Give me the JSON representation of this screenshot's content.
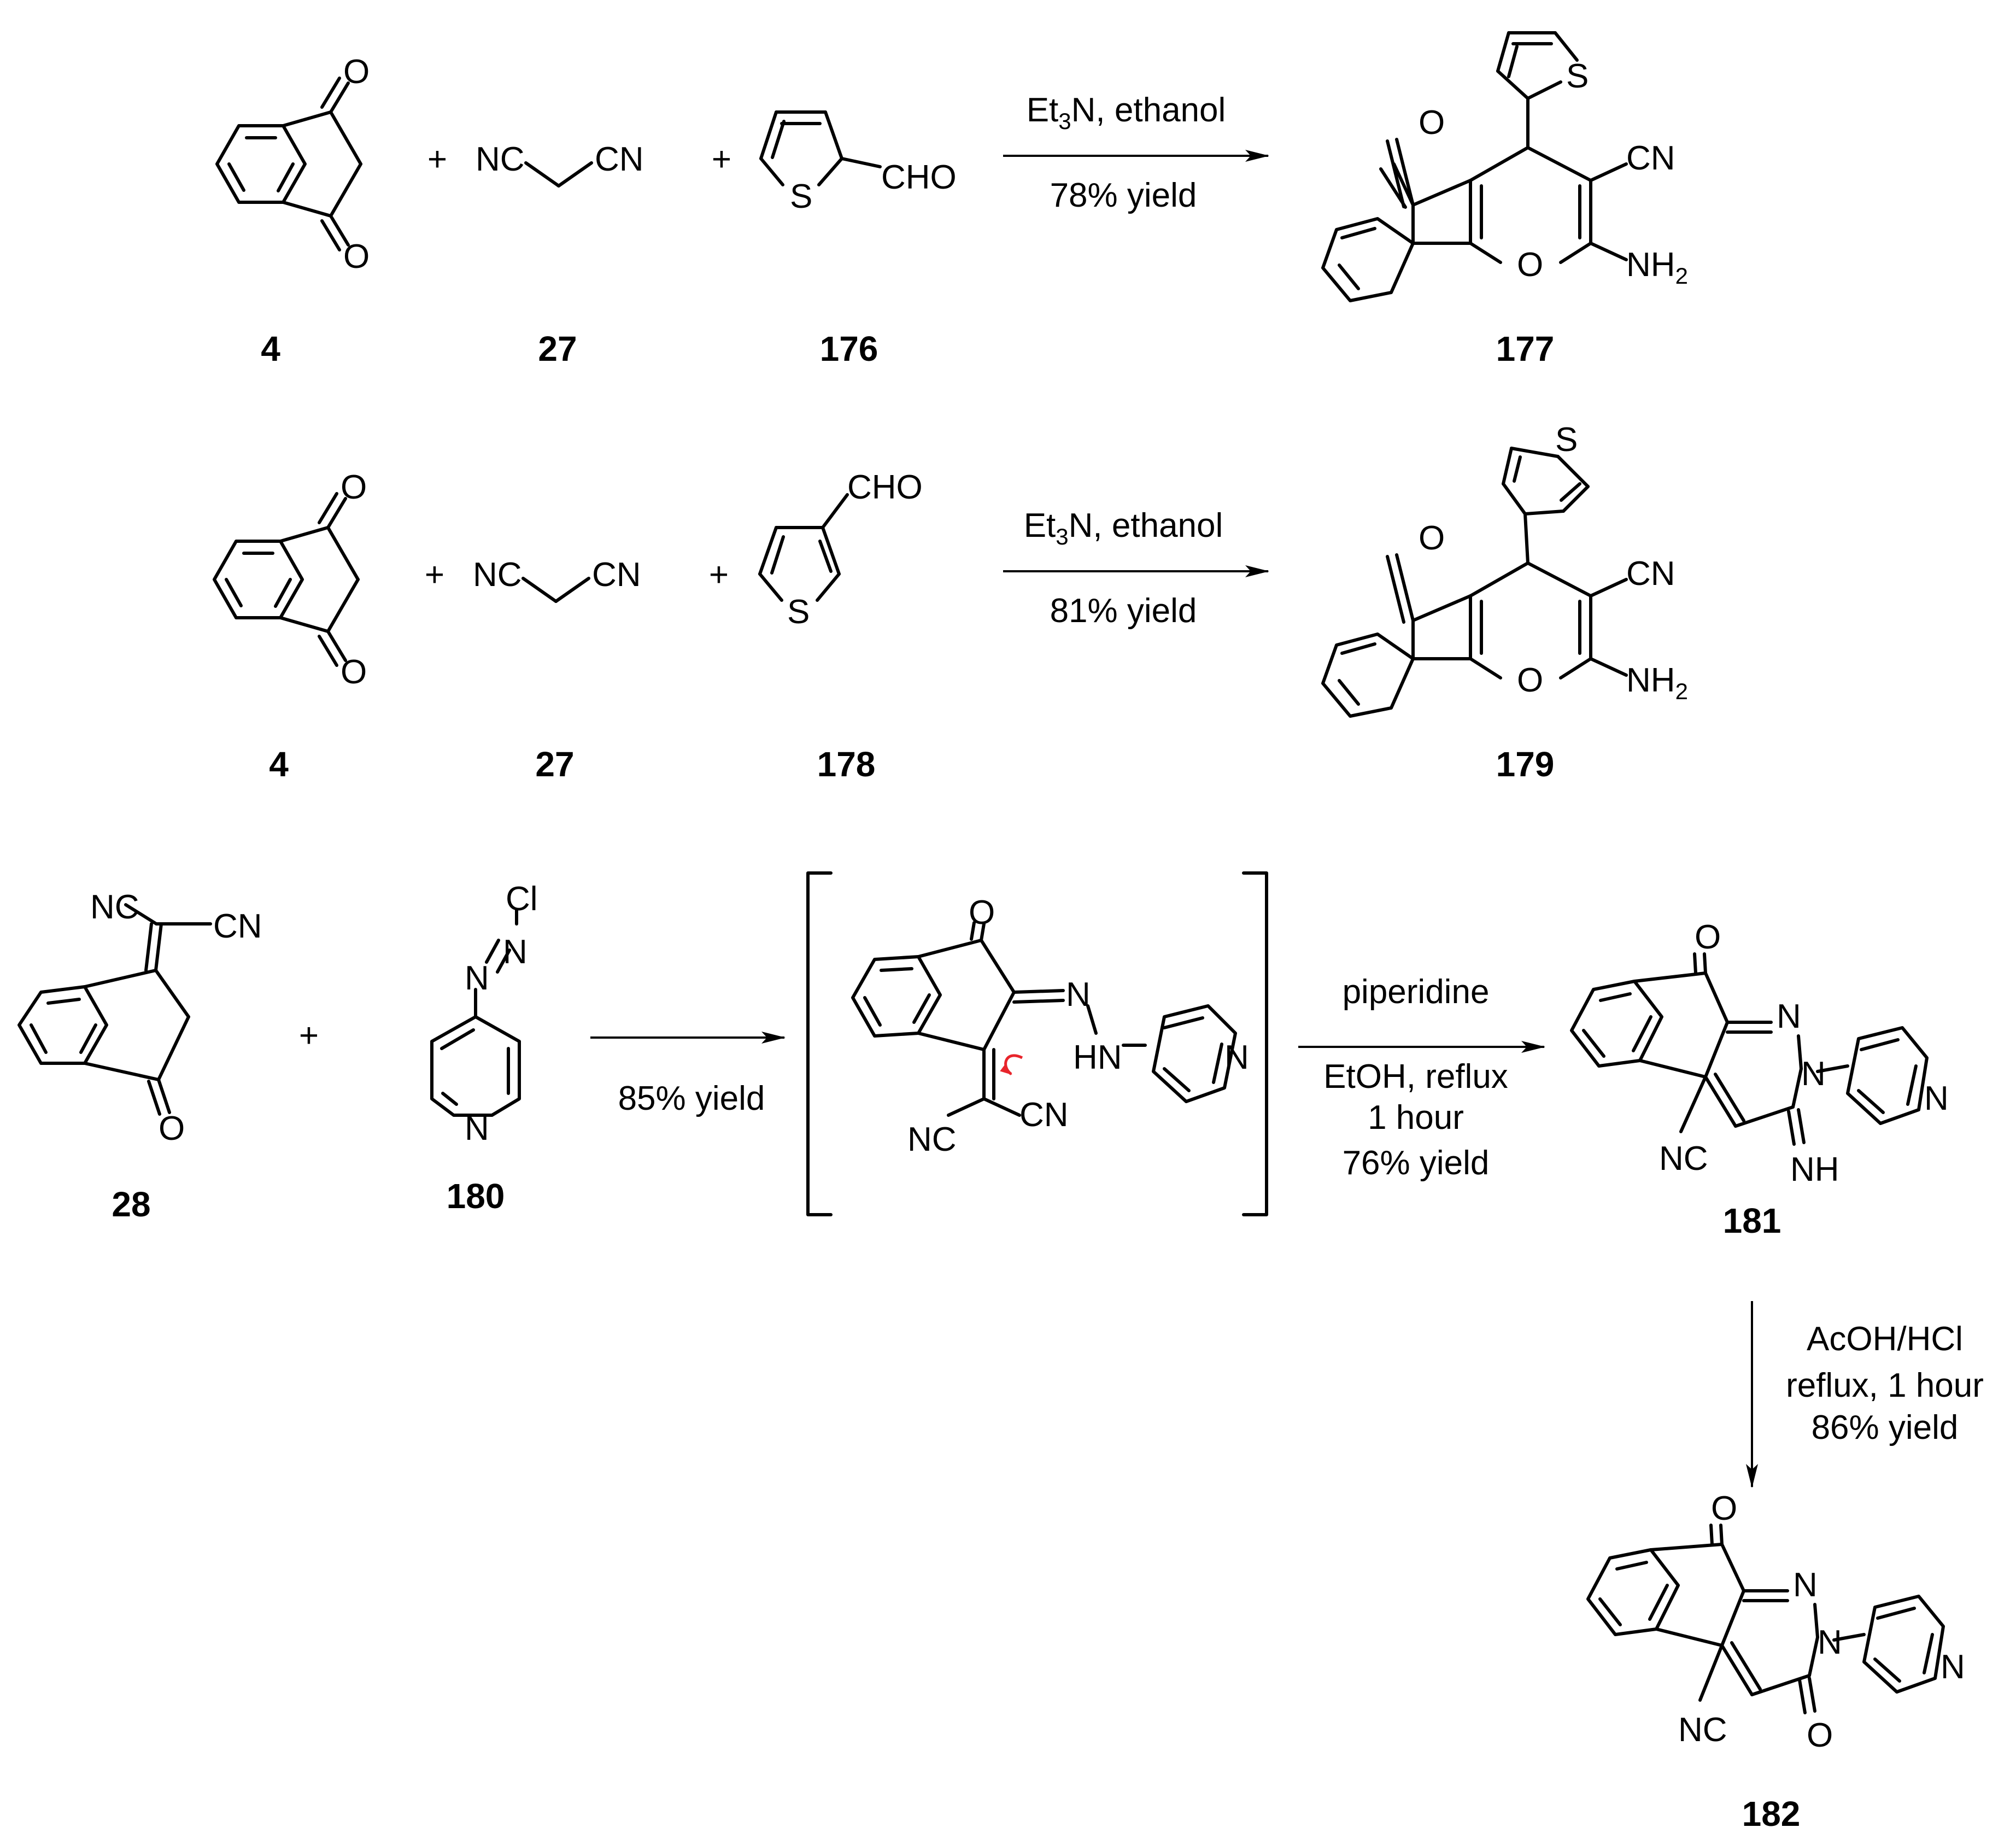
{
  "reactions": [
    {
      "id": "rxn1",
      "conditions_top": "Et3N, ethanol",
      "conditions_bottom": "78% yield",
      "compounds": [
        "4",
        "27",
        "176",
        "177"
      ]
    },
    {
      "id": "rxn2",
      "conditions_top": "Et3N, ethanol",
      "conditions_bottom": "81% yield",
      "compounds": [
        "4",
        "27",
        "178",
        "179"
      ]
    },
    {
      "id": "rxn3",
      "conditions_step1": "85% yield",
      "conditions_step2": [
        "piperidine",
        "EtOH, reflux",
        "1 hour",
        "76% yield"
      ],
      "conditions_step3": [
        "AcOH/HCl",
        "reflux, 1 hour",
        "86% yield"
      ],
      "compounds": [
        "28",
        "180",
        "181",
        "182"
      ]
    }
  ],
  "labels": {
    "c4a": "4",
    "c27a": "27",
    "c176": "176",
    "c177": "177",
    "c4b": "4",
    "c27b": "27",
    "c178": "178",
    "c179": "179",
    "c28": "28",
    "c180": "180",
    "c181": "181",
    "c182": "182"
  },
  "atoms": {
    "O": "O",
    "S": "S",
    "N": "N",
    "NC": "NC",
    "CN": "CN",
    "CHO": "CHO",
    "NH": "NH",
    "HN": "HN",
    "Cl": "Cl",
    "NH2_base": "NH",
    "NH2_sub": "2"
  },
  "plus": "+",
  "conditions": {
    "r1_top_a": "Et",
    "r1_top_sub": "3",
    "r1_top_b": "N, ethanol",
    "r1_bottom": "78% yield",
    "r2_top_a": "Et",
    "r2_top_sub": "3",
    "r2_top_b": "N, ethanol",
    "r2_bottom": "81% yield",
    "r3_step1": "85% yield",
    "r3_step2_l1": "piperidine",
    "r3_step2_l2": "EtOH, reflux",
    "r3_step2_l3": "1 hour",
    "r3_step2_l4": "76% yield",
    "r3_step3_l1": "AcOH/HCl",
    "r3_step3_l2": "reflux, 1 hour",
    "r3_step3_l3": "86% yield"
  },
  "colors": {
    "ink": "#000000",
    "electron_arrow": "#e8242b"
  }
}
